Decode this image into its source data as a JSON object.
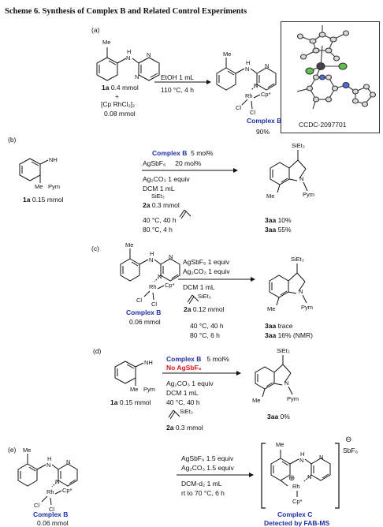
{
  "title": "Scheme 6. Synthesis of Complex B and Related Control Experiments",
  "a": {
    "label": "(a)",
    "sm_me": "Me",
    "sm_h": "H",
    "sm_n": "N",
    "n_top": "N",
    "n_bot": "N",
    "r1": "1a",
    "r1_amt": "0.4 mmol",
    "plus": "+",
    "r2": "[Cp RhCl₂]₂",
    "r2_amt": "0.08 mmol",
    "cond1": "EtOH  1 mL",
    "cond2": "110 °C,  4 h",
    "p_me": "Me",
    "p_h": "H",
    "p_n": "N",
    "p_n2": "N",
    "p_n3": "N",
    "rh": "Rh",
    "cp": "Cp*",
    "cl1": "Cl",
    "cl2": "Cl",
    "product": "Complex B",
    "yield": "90%",
    "ccdc": "CCDC-2097701"
  },
  "b": {
    "label": "(b)",
    "nh": "NH",
    "me": "Me",
    "pym": "Pym",
    "r1": "1a",
    "r1_amt": "0.15 mmol",
    "cat": "Complex B",
    "cat_amt": "5 mol%",
    "add": "AgSbF₆",
    "add_amt": "20 mol%",
    "ox": "Ag₂CO₃ 1 equiv",
    "solv": "DCM  1 mL",
    "alkene": "SiEt₃",
    "r2": "2a",
    "r2_amt": "0.3 mmol",
    "c1": "40 °C, 40 h",
    "c2": "80 °C, 4 h",
    "p_si": "SiEt₃",
    "p_n": "N",
    "p_me": "Me",
    "p_pym": "Pym",
    "y1_label": "3aa",
    "y1": "10%",
    "y2_label": "3aa",
    "y2": "55%"
  },
  "c": {
    "label": "(c)",
    "me": "Me",
    "h": "H",
    "n": "N",
    "n2": "N",
    "n3": "N",
    "rh": "Rh",
    "cp": "Cp*",
    "cl1": "Cl",
    "cl2": "Cl",
    "cat": "Complex B",
    "cat_amt": "0.06 mmol",
    "add": "AgSbF₆  1 equiv",
    "ox": "Ag₂CO₃  1 equiv",
    "solv": "DCM  1 mL",
    "alkene": "SiEt₃",
    "r2": "2a",
    "r2_amt": "0.12 mmol",
    "c1": "40 °C, 40 h",
    "c2": "80 °C, 6 h",
    "p_si": "SiEt₃",
    "p_n": "N",
    "p_me": "Me",
    "p_pym": "Pym",
    "y1_label": "3aa",
    "y1": "trace",
    "y2_label": "3aa",
    "y2": "16% (NMR)"
  },
  "d": {
    "label": "(d)",
    "nh": "NH",
    "me": "Me",
    "pym": "Pym",
    "r1": "1a",
    "r1_amt": "0.15 mmol",
    "cat": "Complex B",
    "cat_amt": "5 mol%",
    "no_add": "No AgSbF₆",
    "ox": "Ag₂CO₃  1 equiv",
    "solv": "DCM  1 mL",
    "temp": "40 °C, 40 h",
    "alkene": "SiEt₃",
    "r2": "2a",
    "r2_amt": "0.3 mmol",
    "p_si": "SiEt₃",
    "p_n": "N",
    "p_me": "Me",
    "p_pym": "Pym",
    "y_label": "3aa",
    "y": "0%"
  },
  "e": {
    "label": "(e)",
    "me": "Me",
    "h": "H",
    "n": "N",
    "n2": "N",
    "n3": "N",
    "rh": "Rh",
    "cp": "Cp*",
    "cl1": "Cl",
    "cl2": "Cl",
    "cat": "Complex B",
    "cat_amt": "0.06 mmol",
    "add": "AgSbF₆  1.5 equiv",
    "ox": "Ag₂CO₃  1.5 equiv",
    "solv": "DCM-d₂  1 mL",
    "temp": "rt to 70 °C, 6 h",
    "p_me": "Me",
    "p_h": "H",
    "p_n": "N",
    "p_n2": "N",
    "p_n3": "N",
    "p_rh": "Rh",
    "p_cp": "Cp*",
    "plus": "⊕",
    "anion": "SbF₆",
    "minus": "⊖",
    "product": "Complex C",
    "detected": "Detected by  FAB-MS"
  }
}
